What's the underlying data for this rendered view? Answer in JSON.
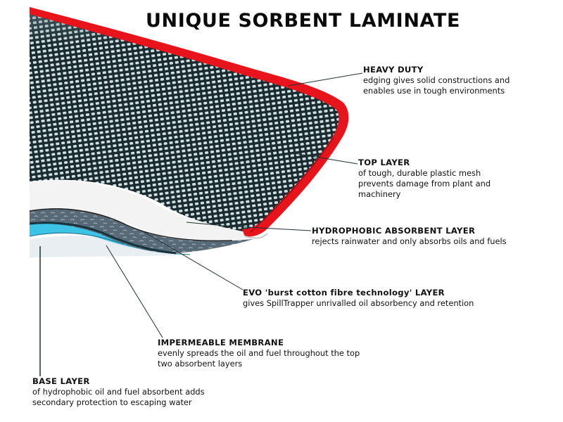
{
  "title": "UNIQUE SORBENT LAMINATE",
  "colors": {
    "edging_red": "#e8141c",
    "mesh_dark": "#1b2a2e",
    "mesh_gap": "#cfe3e6",
    "white_layer": "#f2f2f2",
    "absorbent_grey": "#5a6b78",
    "membrane_cyan": "#3cc3e6",
    "leader_line": "#1f2f33"
  },
  "callouts": [
    {
      "id": "heavy-duty",
      "heading": "HEAVY DUTY",
      "lines": [
        "edging gives solid constructions and",
        "enables use in tough environments"
      ]
    },
    {
      "id": "top-layer",
      "heading": "TOP LAYER",
      "lines": [
        "of tough, durable plastic mesh",
        "prevents damage from plant and",
        "machinery"
      ]
    },
    {
      "id": "hydrophobic-absorbent-layer",
      "heading": "HYDROPHOBIC ABSORBENT LAYER",
      "lines": [
        "rejects rainwater and only absorbs oils and fuels"
      ]
    },
    {
      "id": "evo-layer",
      "heading": "EVO 'burst cotton fibre technology' LAYER",
      "lines": [
        "gives SpillTrapper unrivalled oil absorbency and retention"
      ]
    },
    {
      "id": "impermeable-membrane",
      "heading": "IMPERMEABLE MEMBRANE",
      "lines": [
        "evenly spreads the oil and fuel throughout the top",
        "two absorbent layers"
      ]
    },
    {
      "id": "base-layer",
      "heading": "BASE LAYER",
      "lines": [
        "of hydrophobic oil and fuel absorbent adds",
        "secondary protection to escaping water"
      ]
    }
  ]
}
